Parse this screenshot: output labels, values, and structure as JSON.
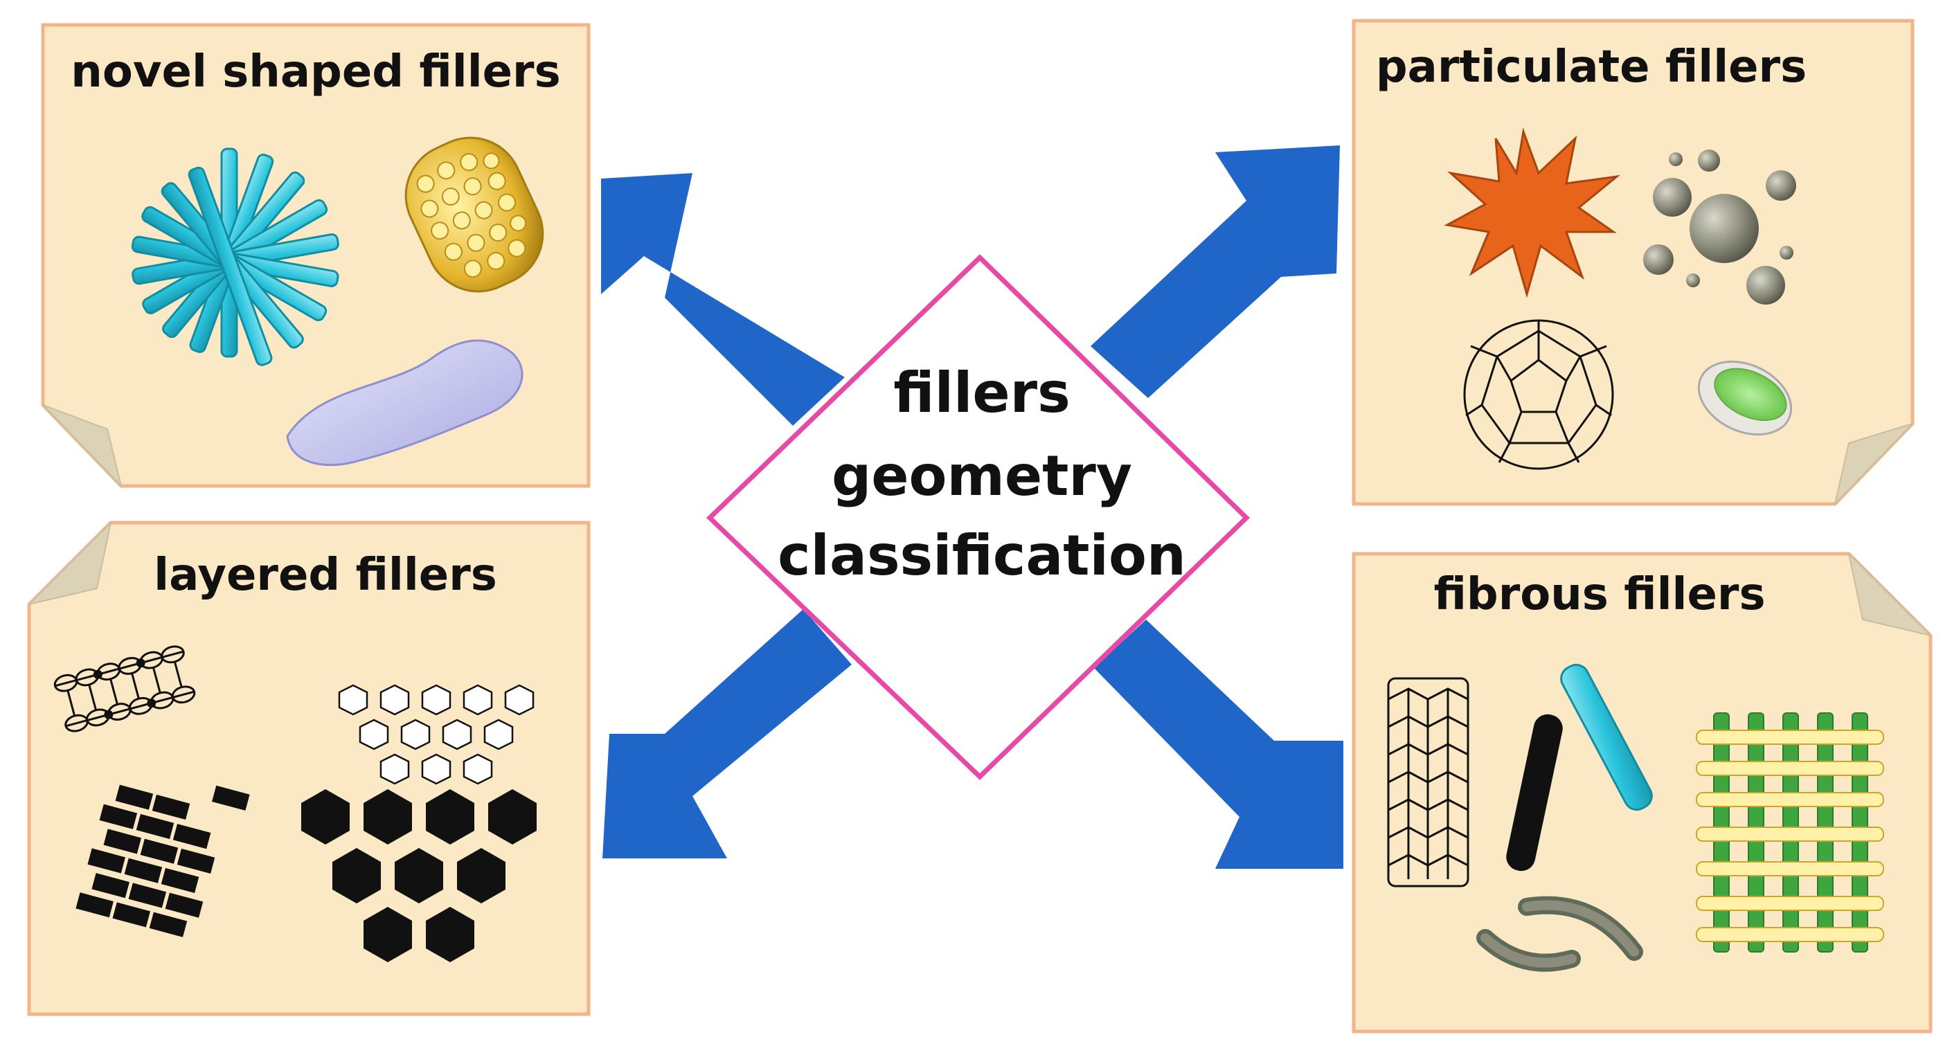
{
  "center": {
    "line1": "fillers",
    "line2": "geometry",
    "line3": "classification"
  },
  "panels": {
    "novel": {
      "title": "novel shaped fillers"
    },
    "particulate": {
      "title": "particulate fillers"
    },
    "layered": {
      "title": "layered fillers"
    },
    "fibrous": {
      "title": "fibrous fillers"
    }
  },
  "colors": {
    "panel_fill": "#fbe8c4",
    "panel_border": "#f3b48a",
    "fold": "#dcd2b6",
    "arrow": "#1f66c8",
    "diamond_border": "#e64aa6",
    "cyan": "#29c4dc",
    "gold": "#e5b52e",
    "orange": "#e8641a",
    "gray": "#8c8c7c",
    "green": "#3fa63f",
    "lavender": "#c4c4ef"
  }
}
